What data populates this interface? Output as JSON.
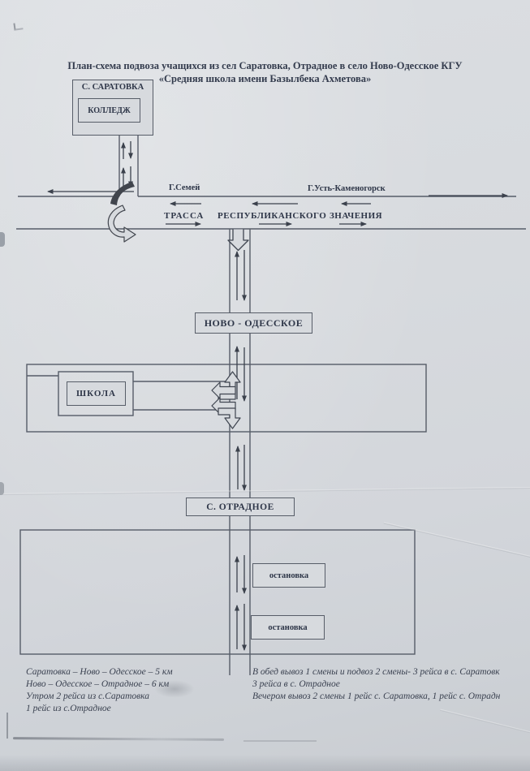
{
  "title": {
    "line1": "План-схема подвоза учащихся из сел Саратовка, Отрадное в село Ново-Одесское КГУ",
    "line2": "«Средняя школа имени Базылбека Ахметова»"
  },
  "saratovka": {
    "village_label": "С. САРАТОВКА",
    "college_label": "КОЛЛЕДЖ"
  },
  "highway": {
    "city_left": "Г.Семей",
    "city_right": "Г.Усть-Каменогорск",
    "words": [
      "ТРАССА",
      "РЕСПУБЛИКАНСКОГО",
      "ЗНАЧЕНИЯ"
    ]
  },
  "novo_odesskoe": {
    "village_label": "НОВО - ОДЕССКОЕ",
    "school_label": "ШКОЛА"
  },
  "otradnoe": {
    "village_label": "С. ОТРАДНОЕ",
    "stops": [
      "остановка",
      "остановка"
    ]
  },
  "notes": {
    "left": [
      "Саратовка – Ново – Одесское – 5 км",
      "Ново – Одесское – Отрадное – 6 км",
      "Утром 2 рейса из с.Саратовка",
      "1 рейс из с.Отрадное"
    ],
    "right": [
      "В обед вывоз 1 смены и подвоз 2 смены- 3 рейса в с. Саратовк",
      "3 рейса в с. Отрадное",
      "Вечером вывоз 2 смены 1 рейс с. Саратовка, 1 рейс с. Отрадн"
    ]
  },
  "colors": {
    "paper": "#d7dade",
    "ink": "#2e3648",
    "road_line": "#565c68",
    "arrow": "#3b414c"
  }
}
